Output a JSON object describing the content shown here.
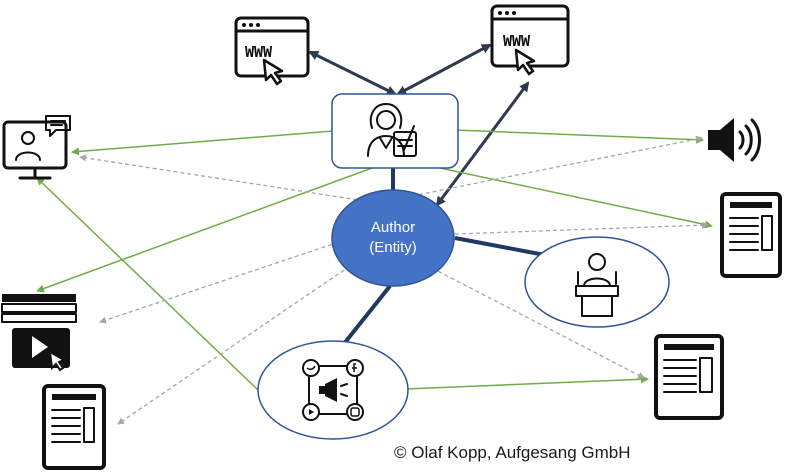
{
  "diagram": {
    "center_node": {
      "line1": "Author",
      "line2": "(Entity)",
      "fill_color": "#4472c4"
    },
    "colors": {
      "solid_connector": "#1f3864",
      "arrow_connector": "#2e3a4f",
      "green_connector": "#70ad47",
      "dashed_connector": "#a6a6a6",
      "node_border": "#2f5597"
    },
    "icons": [
      "website-www-icon",
      "website-www-icon",
      "author-writer-icon",
      "video-conference-icon",
      "speaker-audio-icon",
      "document-icon",
      "video-player-icon",
      "speaker-podium-icon",
      "social-media-icon",
      "document-icon",
      "document-icon"
    ],
    "www_label": "WWW"
  },
  "footer": {
    "copyright": "© Olaf Kopp, Aufgesang GmbH"
  }
}
